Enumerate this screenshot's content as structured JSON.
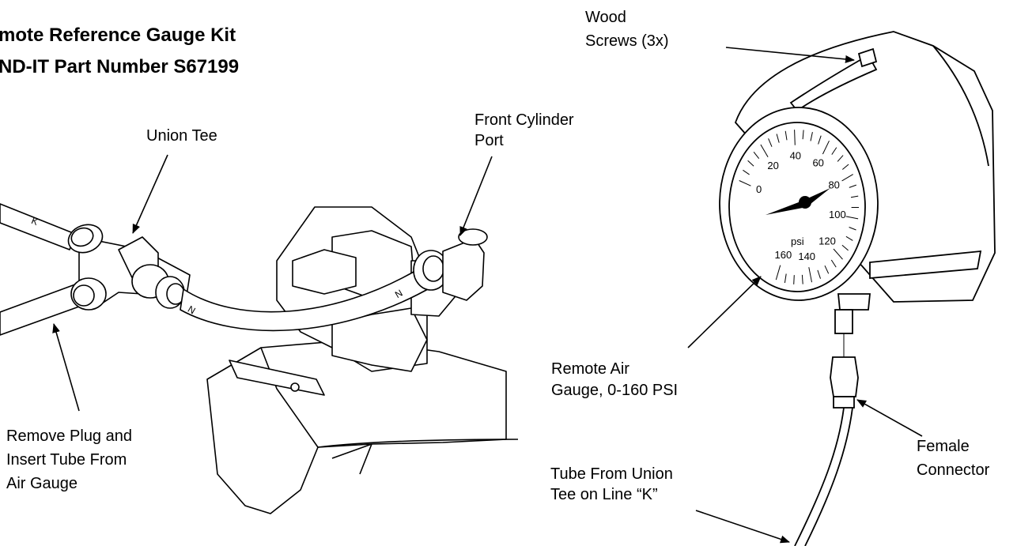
{
  "title": {
    "line1": "mote Reference Gauge Kit",
    "line2": "ND-IT Part Number S67199"
  },
  "labels": {
    "union_tee": "Union Tee",
    "front_cylinder_port": [
      "Front Cylinder",
      "Port"
    ],
    "remove_plug": [
      "Remove Plug and",
      "Insert Tube From",
      "Air Gauge"
    ],
    "wood_screws": [
      "Wood",
      "Screws (3x)"
    ],
    "remote_air_gauge": [
      "Remote Air",
      "Gauge, 0-160 PSI"
    ],
    "female_connector": [
      "Female",
      "Connector"
    ],
    "tube_from_union_tee": [
      "Tube From Union",
      "Tee on Line “K”"
    ]
  },
  "tube_marks": {
    "left_upper": "K",
    "left_lower": "N",
    "right": "N"
  },
  "gauge": {
    "unit": "psi",
    "min": 0,
    "max": 160,
    "scale_labels": [
      "0",
      "20",
      "40",
      "60",
      "80",
      "100",
      "120",
      "140",
      "160"
    ]
  }
}
